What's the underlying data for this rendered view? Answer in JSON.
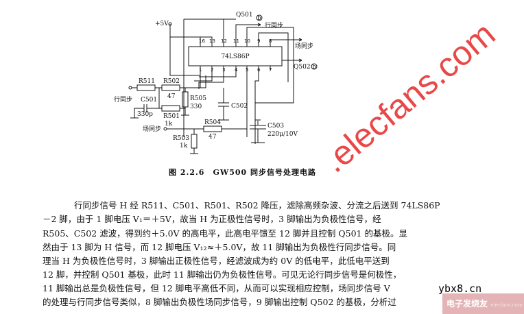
{
  "diagram": {
    "ic_label": "74LS86P",
    "top_pins": [
      "16",
      "13",
      "12",
      "11",
      "10",
      "9",
      "8"
    ],
    "bottom_pins": [
      "1",
      "2",
      "3",
      "4",
      "5",
      "6",
      "7"
    ],
    "labels": {
      "vcc": "+5V",
      "q501": "Q501",
      "q501_ref": "b",
      "h_sync_out": "行同步",
      "v_sync_out": "场同步",
      "q502": "Q502",
      "q502_ref": "b",
      "r511": "R511",
      "r502": "R502",
      "r502_val": "47",
      "r505": "R505",
      "r505_val": "330",
      "h_sync_in": "行同步",
      "c501": "C501",
      "c501_val": "330p",
      "r501": "R501",
      "r501_val": "1k",
      "c502": "C502",
      "v_sync_in": "场同步",
      "r504": "R504",
      "r504_val": "47",
      "r503": "R503",
      "r503_val": "1k",
      "c503": "C503",
      "c503_val": "220μ/10V"
    },
    "caption": "图 2.2.6　GW500 同步信号处理电路"
  },
  "body_lines": [
    "行同步信号 H 经 R511、C501、R501、R502 降压，滤除高频杂波、分流之后送到 74LS86P",
    "－2 脚，由于 1 脚电压 V₁＝＋5V，故当 H 为正极性信号时，3 脚输出为负极性信号，经",
    "R505、C502 滤波，得到约＋5.0V 的高电平，此高电平馈至 12 脚并且控制 Q501 的基极。显",
    "然由于 13 脚为 H 信号，而 12 脚电压 V₁₂≈＋5.0V，故 11 脚输出为负极性行同步信号。同",
    "理当 H 为负极性信号时，3 脚输出正极性信号，经滤波成为约 0V 的低电平，此低电平送到",
    "12 脚，并控制 Q501 基极，此时 11 脚输出仍为负极性信号。可见无论行同步信号是何极性，",
    "11 脚输出总是负极性信号，但 12 脚电平高低不同，从而可以实现相应控制，场同步信号 V",
    "的处理与行同步信号类似，8 脚输出负极性场同步信号，9 脚输出控制 Q502 的基极，分析过"
  ],
  "watermarks": {
    "site": ".elecfans.com",
    "ybx": "ybx8.cn",
    "logo": "电子发烧友",
    "logo_sub": "elecfans.com"
  },
  "colors": {
    "watermark": "#e62828",
    "logo_bg": "#e3b3b5"
  }
}
